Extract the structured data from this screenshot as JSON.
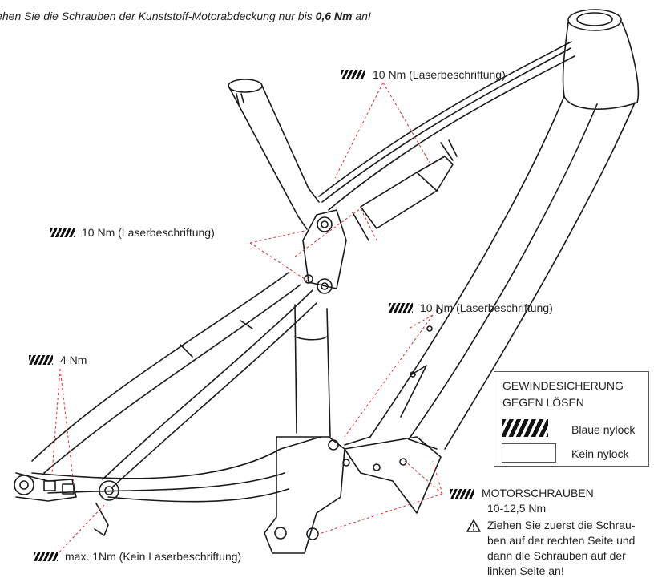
{
  "note": {
    "text_before": "iehen Sie die Schrauben der Kunststoff-Motorabdeckung nur bis ",
    "torque": "0,6 Nm",
    "text_after": " an!"
  },
  "labels": {
    "top": "10 Nm (Laserbeschriftung)",
    "pivot": "10 Nm (Laserbeschriftung)",
    "main": "10 Nm (Laserbeschriftung)",
    "rear": "4 Nm",
    "dropout": "max. 1Nm (Kein Laserbeschriftung)"
  },
  "legend": {
    "title_line1": "GEWINDESICHERUNG",
    "title_line2": "GEGEN LÖSEN",
    "blue": "Blaue nylock",
    "none": "Kein nylock"
  },
  "motor": {
    "title": "MOTORSCHRAUBEN",
    "torque": "10-12,5 Nm",
    "warning": "Ziehen Sie zuerst die Schrau-ben auf der rechten Seite und dann die Schrauben auf der linken Seite an!"
  },
  "icons": {
    "warning": "warning-triangle-icon",
    "thread_lock": "hatch-pattern-icon"
  },
  "colors": {
    "leader_line": "#e32b2b",
    "line_art": "#1a1a1a"
  }
}
